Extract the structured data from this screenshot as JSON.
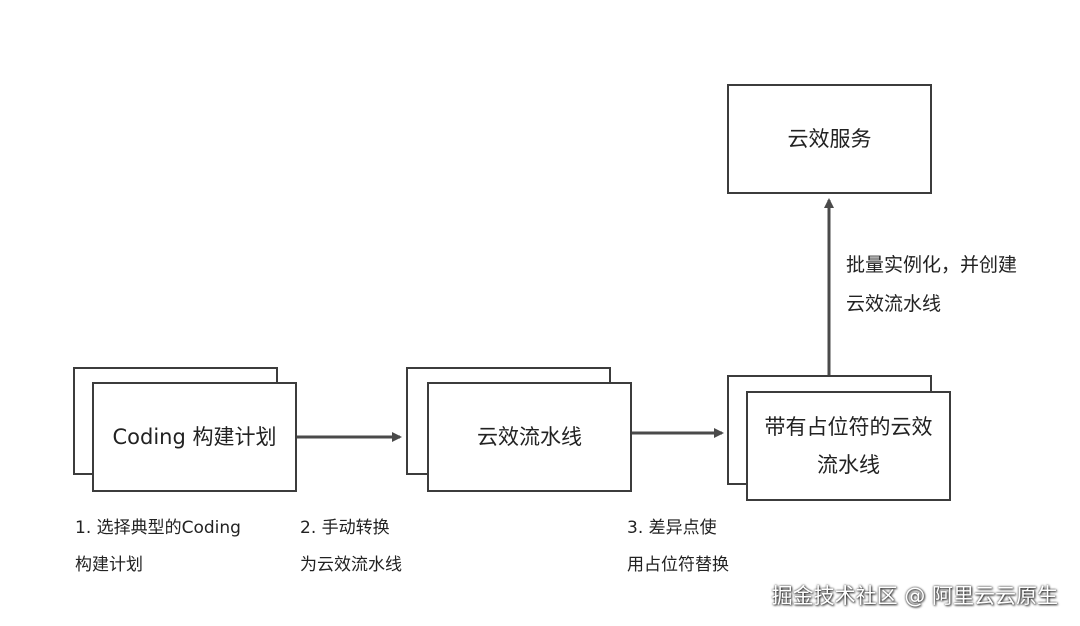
{
  "nodes": {
    "coding_plan": "Coding 构建计划",
    "pipeline": "云效流水线",
    "placeholder_pipeline": {
      "line1": "带有占位符的云效",
      "line2": "流水线"
    },
    "service": "云效服务"
  },
  "edge_label": {
    "line1": "批量实例化，并创建",
    "line2": "云效流水线"
  },
  "captions": [
    {
      "line1": "1. 选择典型的Coding",
      "line2": "构建计划"
    },
    {
      "line1": "2. 手动转换",
      "line2": "为云效流水线"
    },
    {
      "line1": "3. 差异点使",
      "line2": "用占位符替换"
    }
  ],
  "watermark": "掘金技术社区 @ 阿里云云原生",
  "colors": {
    "stroke": "#3c3c3c",
    "text": "#222222"
  }
}
